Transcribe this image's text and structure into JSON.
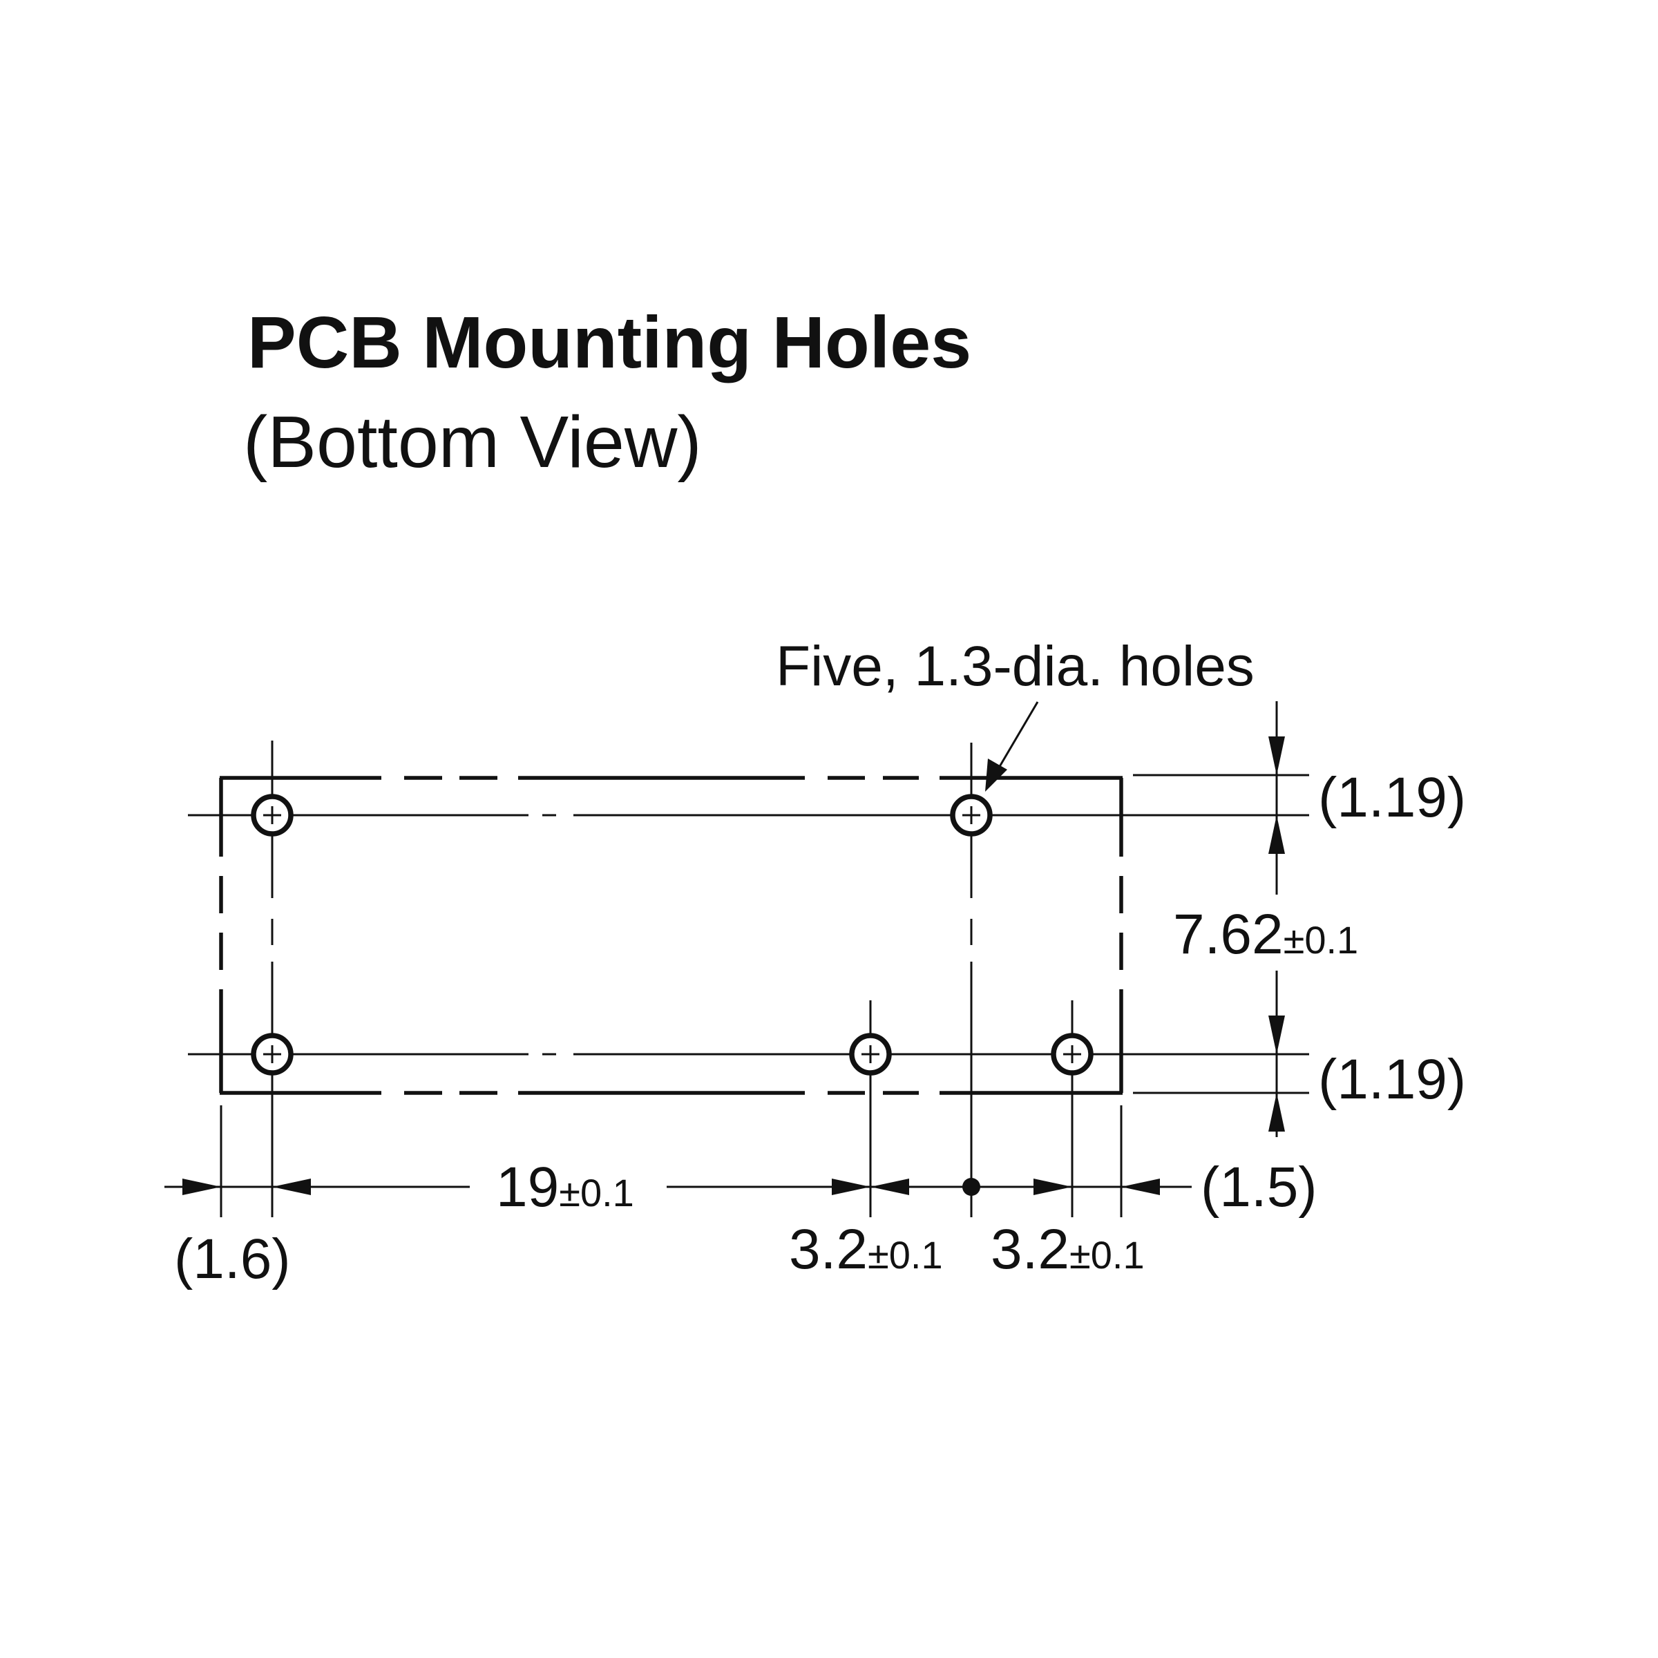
{
  "title": "PCB Mounting Holes",
  "subtitle": "(Bottom View)",
  "callout": "Five, 1.3-dia. holes",
  "dimensions": {
    "top_offset": "(1.19)",
    "row_pitch": {
      "value": "7.62",
      "tolerance": "±0.1"
    },
    "bottom_offset": "(1.19)",
    "left_offset": "(1.6)",
    "main_span": {
      "value": "19",
      "tolerance": "±0.1"
    },
    "pitch_a": {
      "value": "3.2",
      "tolerance": "±0.1"
    },
    "pitch_b": {
      "value": "3.2",
      "tolerance": "±0.1"
    },
    "right_offset": "(1.5)"
  },
  "colors": {
    "ink": "#111111",
    "background": "#ffffff"
  }
}
